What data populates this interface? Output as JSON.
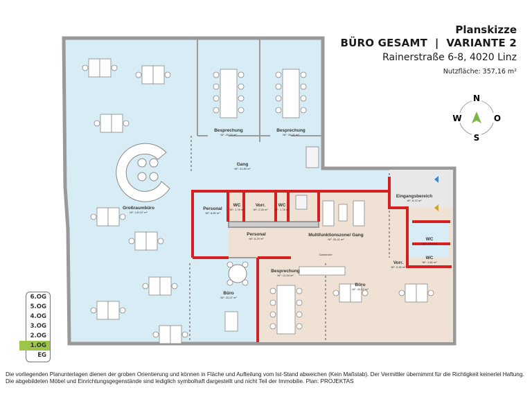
{
  "header": {
    "title": "Planskizze",
    "subtitle": "BÜRO GESAMT  |  VARIANTE 2",
    "address": "Rainerstraße 6-8, 4020 Linz",
    "area": "Nutzfläche: 357,16 m²"
  },
  "compass": {
    "n": "N",
    "s": "S",
    "w": "W",
    "o": "O",
    "arrow_color": "#7ab648"
  },
  "rooms": {
    "grossraum": {
      "name": "Großraumbüro",
      "nf": "NF: 142,67 m²"
    },
    "bespr1": {
      "name": "Besprechung",
      "nf": "NF: 26,03 m²"
    },
    "bespr2": {
      "name": "Besprechung",
      "nf": "NF: 25,61 m²"
    },
    "gang": {
      "name": "Gang",
      "nf": "NF: 31,80 m²"
    },
    "personal1": {
      "name": "Personal",
      "nf": "NF: 8,80 m²"
    },
    "wc1": {
      "name": "WC",
      "nf": "NF: 1,78 m²"
    },
    "vorr1": {
      "name": "Vorr.",
      "nf": "NF: 2,28 m²"
    },
    "wc2": {
      "name": "WC",
      "nf": "NF: 1,78 m²"
    },
    "personal2": {
      "name": "Personal",
      "nf": "NF: 8,29 m²"
    },
    "multi": {
      "name": "Multifunktionszone/ Gang",
      "nf": "NF: 26,41 m²"
    },
    "eingang": {
      "name": "Eingangsbereich",
      "nf": "NF: 8,13 m²"
    },
    "wc3": {
      "name": "WC",
      "nf": "NF: 1,60 m²"
    },
    "wc4": {
      "name": "WC",
      "nf": "NF: 1,60 m²"
    },
    "vorr2": {
      "name": "Vorr.",
      "nf": "NF: 5,36 m²"
    },
    "bespr3": {
      "name": "Besprechung",
      "nf": "NF: 13,94 m²"
    },
    "buero1": {
      "name": "Büro",
      "nf": "NF: 22,07 m²"
    },
    "buero2": {
      "name": "Büro",
      "nf": "NF: 40,12 m²"
    }
  },
  "labels": {
    "garderobe": "Garderobe"
  },
  "colors": {
    "wall_red": "#d42020",
    "room_blue": "#d7ecf4",
    "room_beige": "#efe2d4",
    "floor_active": "#9cc54a"
  },
  "floors": {
    "items": [
      "6.OG",
      "5.OG",
      "4.OG",
      "3.OG",
      "2.OG",
      "1.OG",
      "EG"
    ],
    "active": "1.OG"
  },
  "disclaimer": "Die vorliegenden Planunterlagen dienen der groben Orientierung und können in Fläche und Aufteilung vom Ist-Stand abweichen (Kein Maßstab). Der Vermittler übernimmt für die Richtigkeit keinerlei Haftung. Die abgebildeten Möbel und Einrichtungsgegenstände sind lediglich symbolhaft dargestellt und nicht Teil der Immobilie. Plan: PROJEKTAS"
}
